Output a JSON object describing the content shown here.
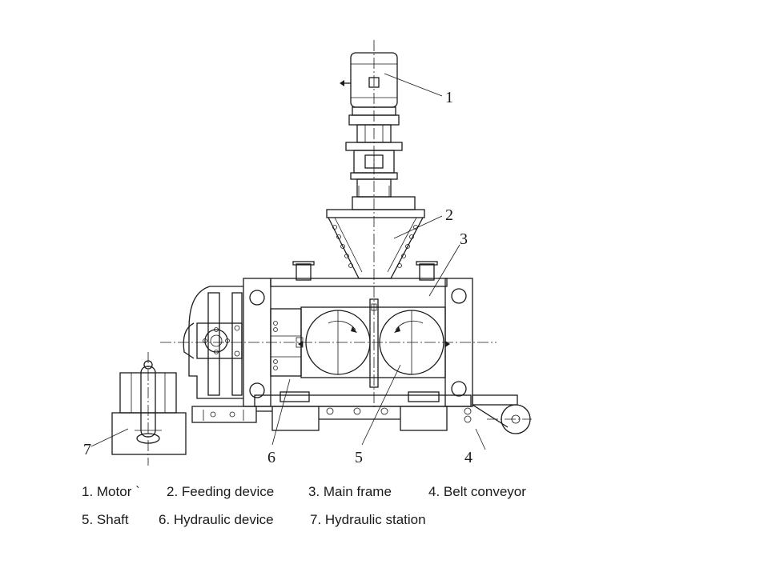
{
  "callouts": [
    "1",
    "2",
    "3",
    "4",
    "5",
    "6",
    "7"
  ],
  "legend": {
    "row1": [
      "1. Motor `",
      "2. Feeding device",
      "3. Main frame",
      "4. Belt conveyor"
    ],
    "row2": [
      "5. Shaft",
      "6. Hydraulic device",
      "7. Hydraulic station"
    ]
  }
}
